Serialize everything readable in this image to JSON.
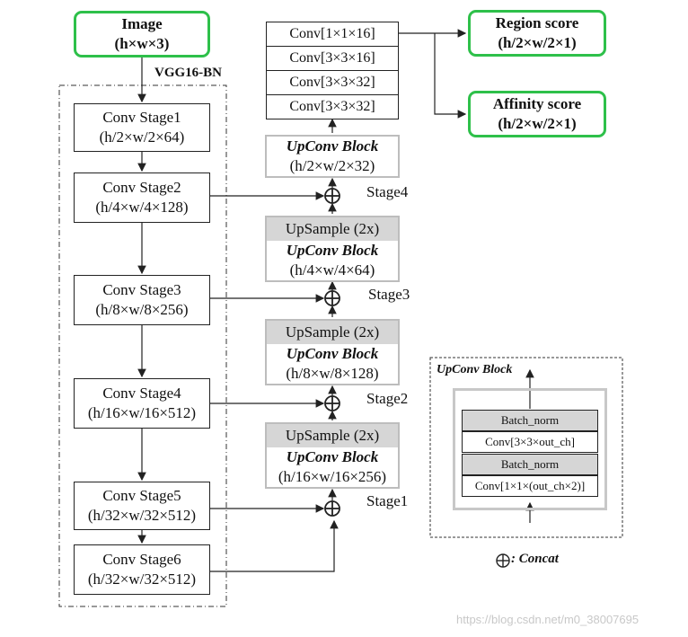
{
  "input": {
    "title": "Image",
    "dims": "(h×w×3)"
  },
  "backbone_label": "VGG16-BN",
  "stages": [
    {
      "name": "Conv Stage1",
      "dims": "(h/2×w/2×64)"
    },
    {
      "name": "Conv Stage2",
      "dims": "(h/4×w/4×128)"
    },
    {
      "name": "Conv Stage3",
      "dims": "(h/8×w/8×256)"
    },
    {
      "name": "Conv Stage4",
      "dims": "(h/16×w/16×512)"
    },
    {
      "name": "Conv Stage5",
      "dims": "(h/32×w/32×512)"
    },
    {
      "name": "Conv Stage6",
      "dims": "(h/32×w/32×512)"
    }
  ],
  "head_convs": [
    "Conv[1×1×16]",
    "Conv[3×3×16]",
    "Conv[3×3×32]",
    "Conv[3×3×32]"
  ],
  "upconv_title": "UpConv Block",
  "upsample_label": "UpSample (2x)",
  "up_blocks": [
    {
      "dims": "(h/2×w/2×32)",
      "stage": "Stage4"
    },
    {
      "dims": "(h/4×w/4×64)",
      "stage": "Stage3"
    },
    {
      "dims": "(h/8×w/8×128)",
      "stage": "Stage2"
    },
    {
      "dims": "(h/16×w/16×256)",
      "stage": "Stage1"
    }
  ],
  "outputs": [
    {
      "title": "Region score",
      "dims": "(h/2×w/2×1)"
    },
    {
      "title": "Affinity score",
      "dims": "(h/2×w/2×1)"
    }
  ],
  "legend": {
    "title": "UpConv Block",
    "rows": [
      "Batch_norm",
      "Conv[3×3×out_ch]",
      "Batch_norm",
      "Conv[1×1×(out_ch×2)]"
    ],
    "concat_symbol": "⊕",
    "concat_label": ": Concat"
  },
  "watermark": "https://blog.csdn.net/m0_38007695",
  "colors": {
    "output_border": "#2ec04a",
    "upsample_fill": "#d6d6d6",
    "line": "#222222"
  }
}
